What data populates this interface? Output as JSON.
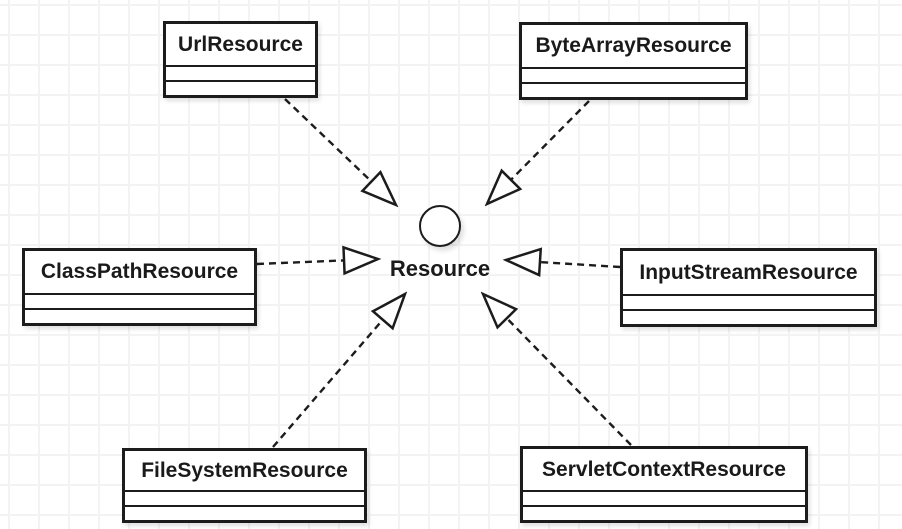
{
  "diagram": {
    "interface": {
      "name": "Resource"
    },
    "classes": [
      {
        "name": "UrlResource"
      },
      {
        "name": "ByteArrayResource"
      },
      {
        "name": "ClassPathResource"
      },
      {
        "name": "InputStreamResource"
      },
      {
        "name": "FileSystemResource"
      },
      {
        "name": "ServletContextResource"
      }
    ],
    "relationship": "realization",
    "colors": {
      "stroke": "#1c1c1c",
      "shape_fill": "#ffffff",
      "grid_line": "#f3f3f3",
      "background": "#ffffff"
    }
  }
}
